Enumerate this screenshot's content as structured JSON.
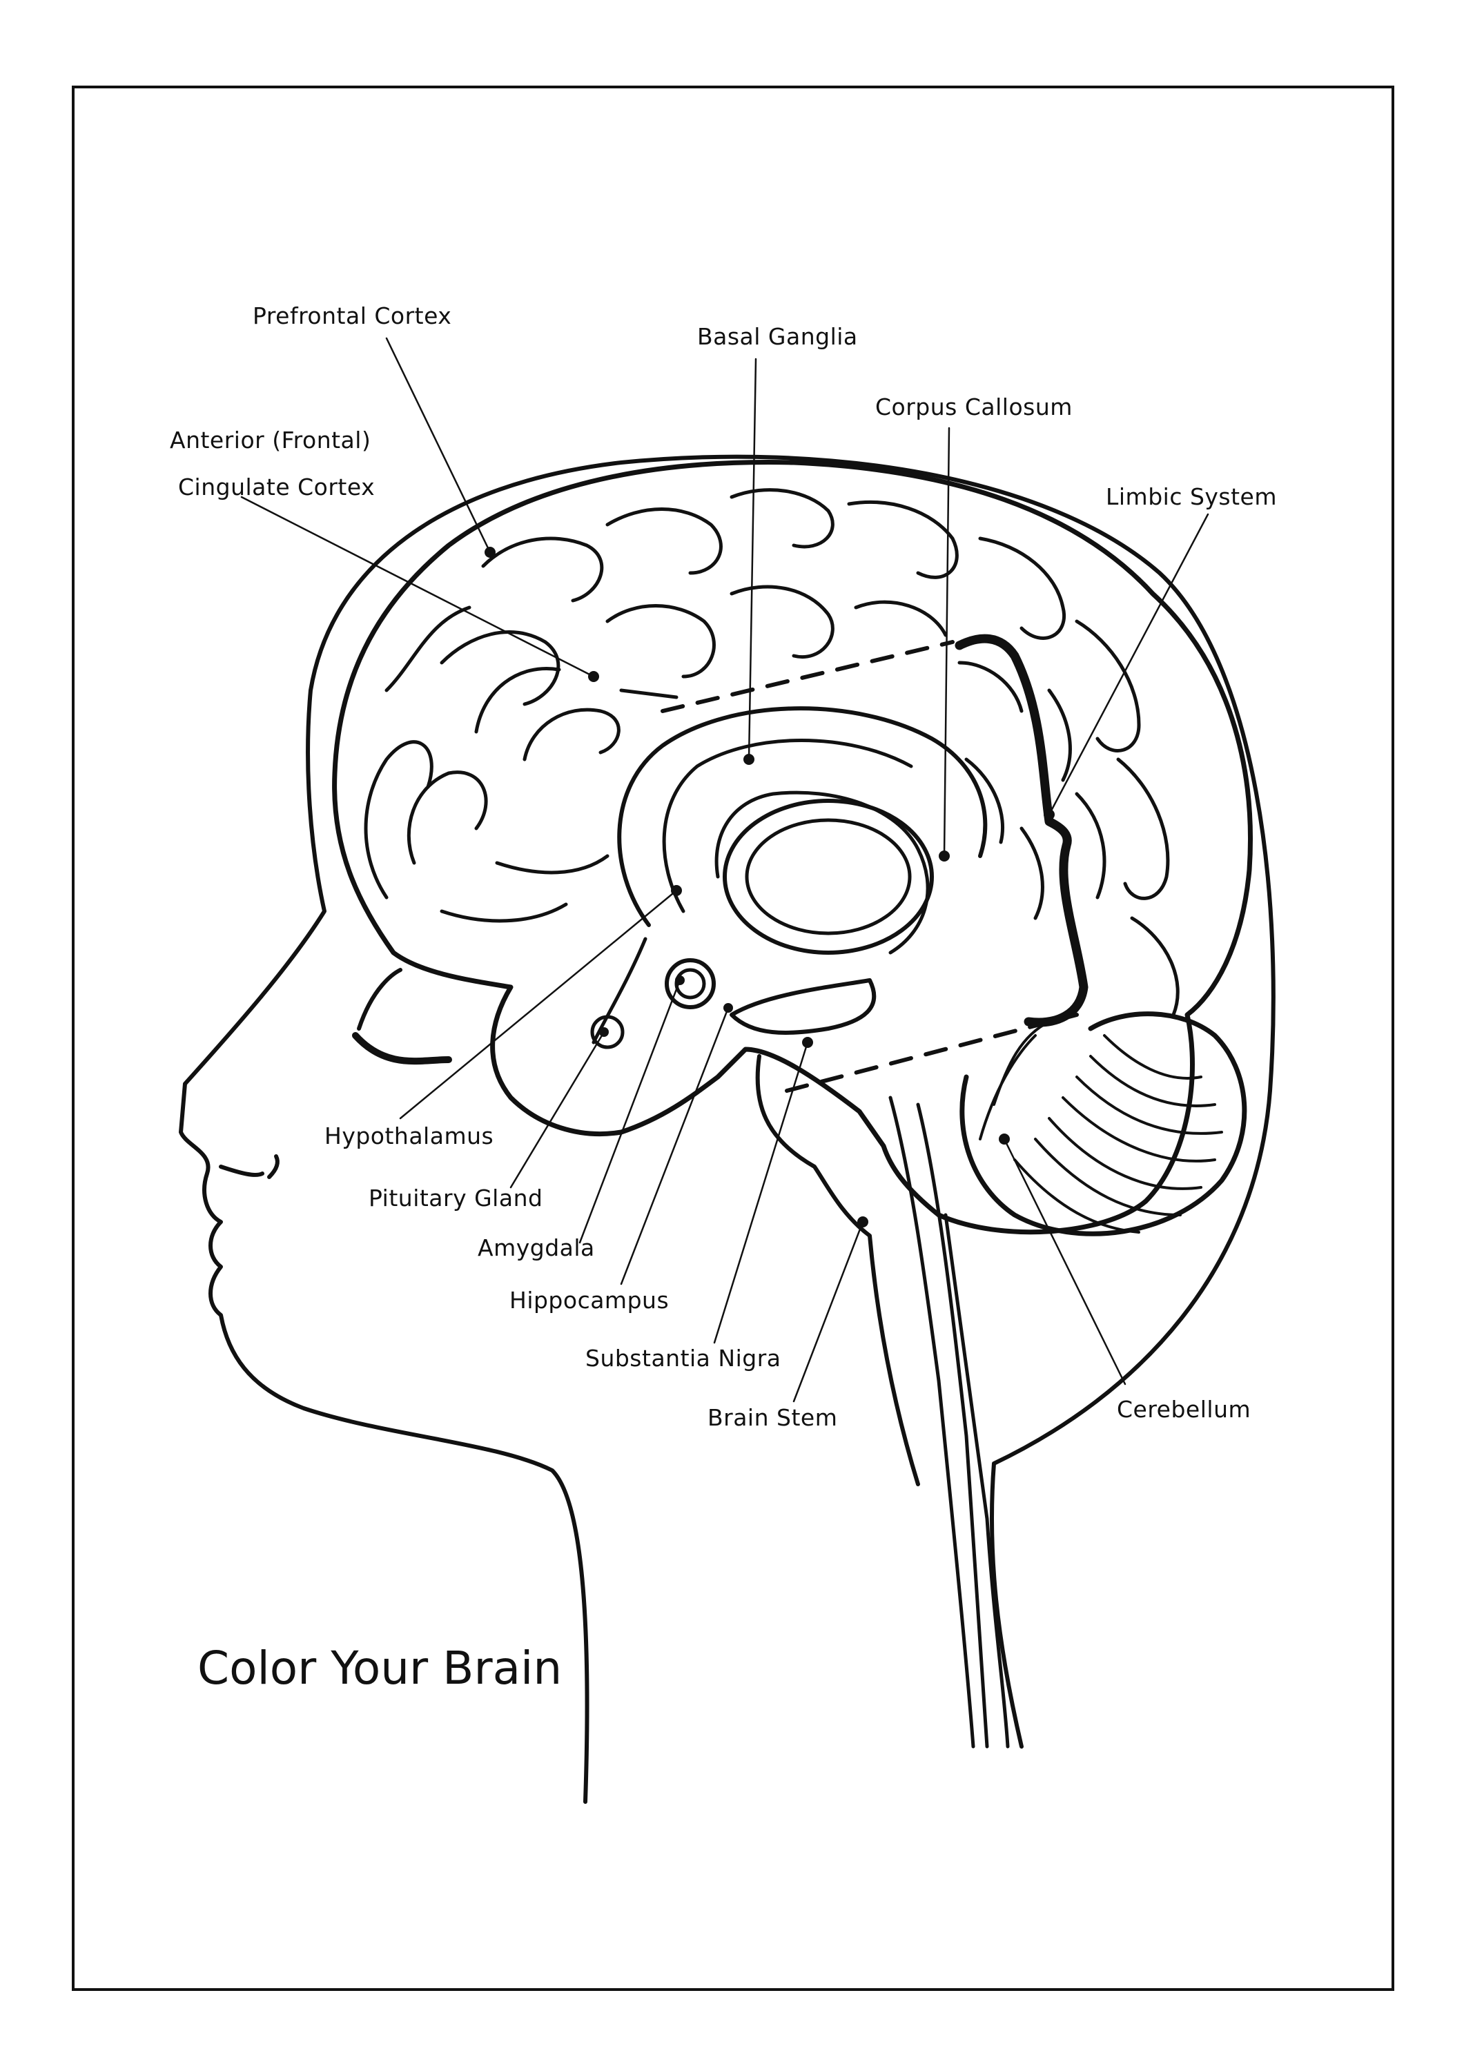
{
  "title": "Color Your Brain",
  "labels": {
    "prefrontal_cortex": "Prefrontal Cortex",
    "basal_ganglia": "Basal Ganglia",
    "corpus_callosum": "Corpus Callosum",
    "anterior_frontal": "Anterior (Frontal)",
    "cingulate_cortex": "Cingulate Cortex",
    "limbic_system": "Limbic System",
    "hypothalamus": "Hypothalamus",
    "pituitary_gland": "Pituitary Gland",
    "amygdala": "Amygdala",
    "hippocampus": "Hippocampus",
    "substantia_nigra": "Substantia Nigra",
    "brain_stem": "Brain Stem",
    "cerebellum": "Cerebellum"
  },
  "colors": {
    "ink": "#111111",
    "paper": "#ffffff"
  }
}
